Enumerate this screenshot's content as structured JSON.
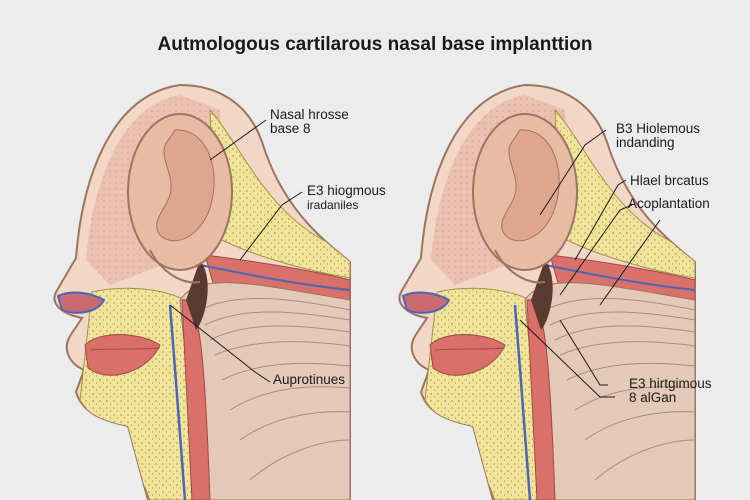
{
  "title": "Autmologous cartilarous nasal base implanttion",
  "left_panel": {
    "labels": [
      {
        "line1": "Nasal hrosse",
        "line2": "base 8"
      },
      {
        "line1": "E3 hiogmous",
        "line2": "iradaniles"
      },
      {
        "line1": "Auprotinues"
      }
    ]
  },
  "right_panel": {
    "labels": [
      {
        "line1": "B3 Hiolemous",
        "line2": "indanding"
      },
      {
        "line1": "Hlael brcatus"
      },
      {
        "line1": "Acoplantation"
      },
      {
        "line1": "E3 hirtgimous",
        "line2": "8 alGan"
      }
    ]
  },
  "colors": {
    "skin": "#f2d6c6",
    "bone": "#f0e39a",
    "muscle": "#d9706a",
    "vessel": "#4a66b8",
    "background": "#ececec"
  }
}
